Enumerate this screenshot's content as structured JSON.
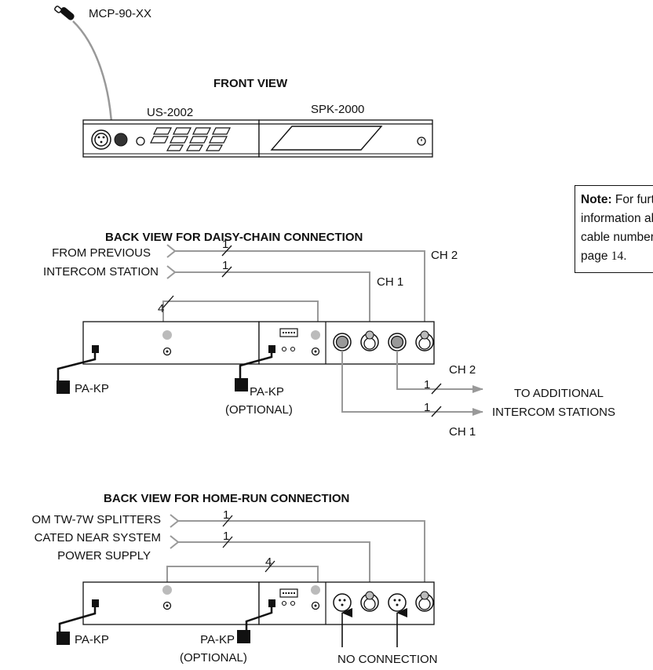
{
  "front": {
    "mic_label": "MCP-90-XX",
    "title": "FRONT VIEW",
    "us_label": "US-2002",
    "spk_label": "SPK-2000"
  },
  "daisy": {
    "title": "BACK VIEW FOR DAISY-CHAIN CONNECTION",
    "from_line1": "FROM PREVIOUS",
    "from_line2": "INTERCOM STATION",
    "cable_count_top": "1",
    "cable_count_mid": "1",
    "cable_count_four": "4",
    "ch2_top": "CH 2",
    "ch1_top": "CH 1",
    "pa_kp": "PA-KP",
    "pa_kp_optional_line1": "PA-KP",
    "pa_kp_optional_line2": "(OPTIONAL)",
    "out_ch2": "CH 2",
    "out_ch1": "CH 1",
    "out_count_a": "1",
    "out_count_b": "1",
    "to_line1": "TO ADDITIONAL",
    "to_line2": "INTERCOM STATIONS"
  },
  "homerun": {
    "title": "BACK VIEW FOR HOME-RUN CONNECTION",
    "from_line1": "OM TW-7W SPLITTERS",
    "from_line2": "CATED NEAR SYSTEM",
    "from_line3": "POWER SUPPLY",
    "cable_count_top": "1",
    "cable_count_mid": "1",
    "cable_count_four": "4",
    "pa_kp": "PA-KP",
    "pa_kp_optional_line1": "PA-KP",
    "pa_kp_optional_line2": "(OPTIONAL)",
    "no_connection": "NO CONNECTION"
  },
  "note": {
    "label": "Note:",
    "line1": "For furth",
    "line2": "information abo",
    "line3": "cable numbers",
    "line4_prefix": "page ",
    "page_number": "14",
    "line4_suffix": "."
  }
}
